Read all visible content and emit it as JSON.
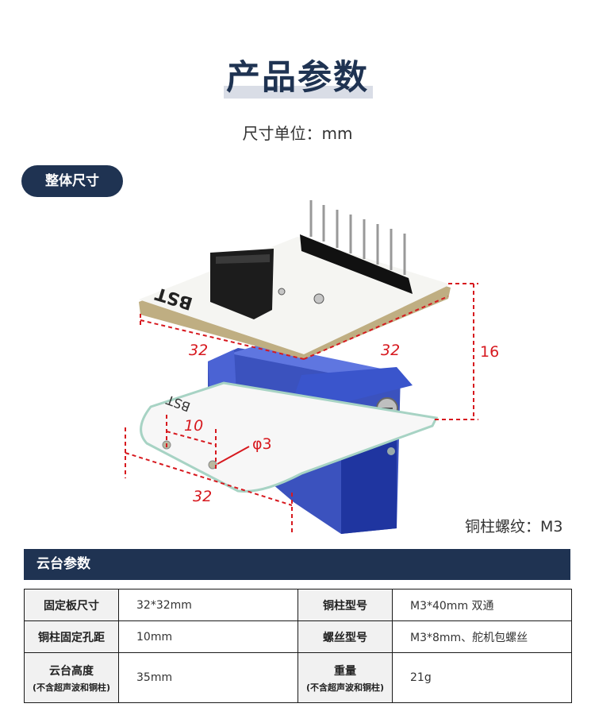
{
  "header": {
    "title": "产品参数",
    "unit_text": "尺寸单位：mm"
  },
  "section_pill": "整体尺寸",
  "figure": {
    "board_silkscreen": "BST",
    "dimensions": {
      "top_width": "32",
      "top_depth": "32",
      "height": "16",
      "hole_spacing": "10",
      "hole_diameter": "φ3",
      "bottom_width": "32"
    },
    "thread_note": "铜柱螺纹：M3"
  },
  "spec_section": {
    "title": "云台参数",
    "rows": [
      {
        "label1": "固定板尺寸",
        "sub1": "",
        "value1": "32*32mm",
        "label2": "铜柱型号",
        "sub2": "",
        "value2": "M3*40mm 双通"
      },
      {
        "label1": "铜柱固定孔距",
        "sub1": "",
        "value1": "10mm",
        "label2": "螺丝型号",
        "sub2": "",
        "value2": "M3*8mm、舵机包螺丝"
      },
      {
        "label1": "云台高度",
        "sub1": "(不含超声波和铜柱)",
        "value1": "35mm",
        "label2": "重量",
        "sub2": "(不含超声波和铜柱)",
        "value2": "21g"
      }
    ]
  },
  "colors": {
    "navy": "#1f3352",
    "dimension_red": "#d7191f",
    "servo_blue": "#2a43b8"
  }
}
